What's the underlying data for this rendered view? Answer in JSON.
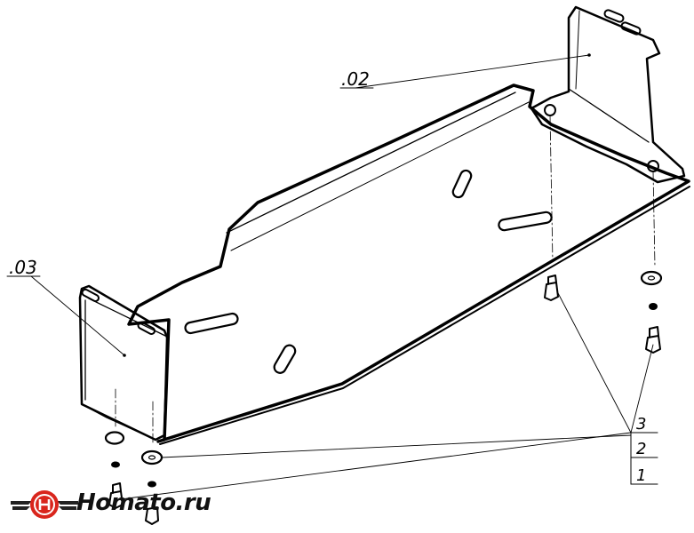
{
  "parts": {
    "part_02": ".02",
    "part_03": ".03"
  },
  "callouts": {
    "item_3": "3",
    "item_2": "2",
    "item_1": "1"
  },
  "logo": {
    "text": "Homato.ru",
    "colors": {
      "primary": "#d9251c",
      "secondary": "#222222"
    }
  }
}
